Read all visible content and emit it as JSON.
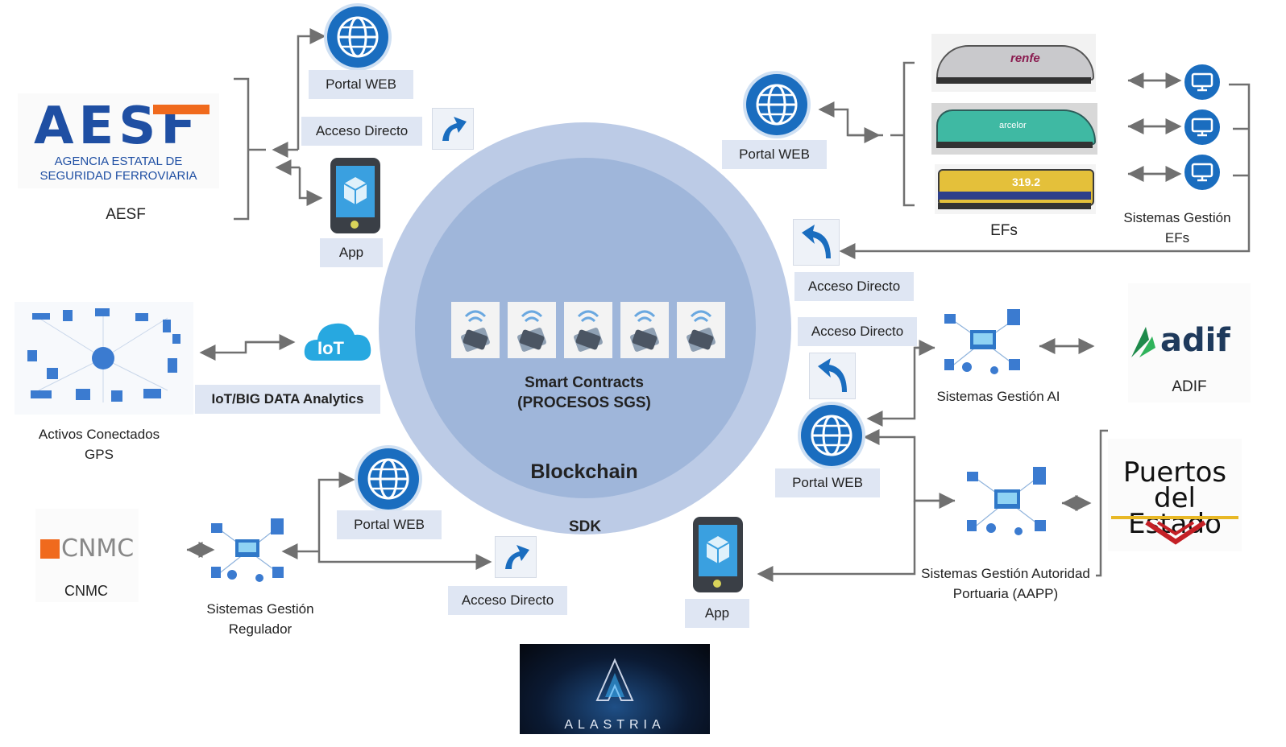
{
  "center": {
    "smart_contracts_line1": "Smart Contracts",
    "smart_contracts_line2": "(PROCESOS SGS)",
    "blockchain": "Blockchain",
    "sdk": "SDK",
    "handshake_count": 5,
    "handshake_icon": "handshake-wifi-icon"
  },
  "aesf": {
    "logo_text": "AESF",
    "logo_sub1": "AGENCIA ESTATAL DE",
    "logo_sub2": "SEGURIDAD FERROVIARIA",
    "caption": "AESF",
    "portal_label": "Portal WEB",
    "acceso_label": "Acceso Directo",
    "app_label": "App"
  },
  "efs": {
    "portal_label": "Portal WEB",
    "trains_caption": "EFs",
    "train1_brand": "renfe",
    "train2_brand": "arcelor",
    "train3_number": "319.2",
    "systems_caption_line1": "Sistemas Gestión",
    "systems_caption_line2": "EFs",
    "acceso_label": "Acceso Directo"
  },
  "iot": {
    "assets_caption_line1": "Activos Conectados",
    "assets_caption_line2": "GPS",
    "iot_icon_text": "IoT",
    "iot_label": "IoT/BIG DATA Analytics"
  },
  "adif": {
    "acceso_label": "Acceso Directo",
    "systems_caption": "Sistemas Gestión AI",
    "logo_text": "adif",
    "caption": "ADIF"
  },
  "puertos": {
    "portal_label": "Portal WEB",
    "app_label": "App",
    "systems_caption_line1": "Sistemas Gestión Autoridad",
    "systems_caption_line2": "Portuaria (AAPP)",
    "logo_line1": "Puertos",
    "logo_line2": "del Estado"
  },
  "cnmc": {
    "logo_text": "CNMC",
    "caption": "CNMC",
    "systems_caption_line1": "Sistemas Gestión",
    "systems_caption_line2": "Regulador",
    "portal_label": "Portal WEB",
    "acceso_label": "Acceso Directo"
  },
  "alastria": {
    "logo_text": "ALASTRIA"
  },
  "colors": {
    "circle_outer": "#bccbe6",
    "circle_inner": "#9fb6da",
    "label_bg": "#dfe6f3",
    "icon_blue": "#1a6dbf",
    "connector": "#707070"
  }
}
